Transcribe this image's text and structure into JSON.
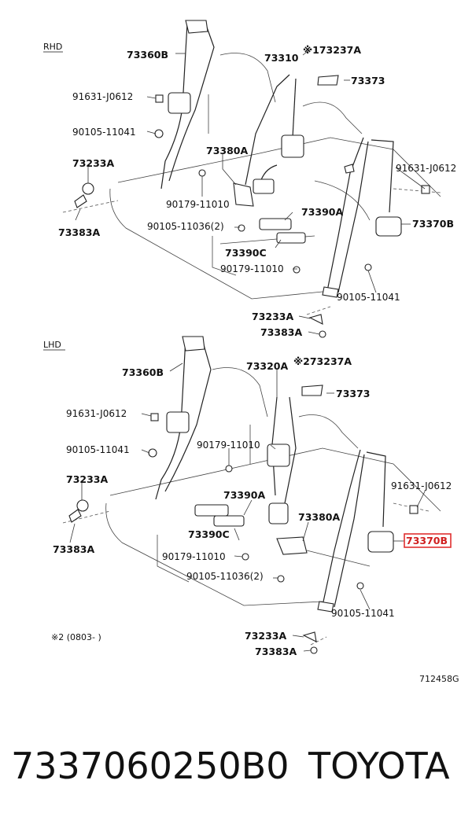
{
  "sections": [
    {
      "title": "RHD",
      "labels": {
        "p73360B": "73360B",
        "p73310": "73310",
        "p73237A": "※173237A",
        "p73373": "73373",
        "p91631_left": "91631-J0612",
        "p90105_left": "90105-11041",
        "p73380A": "73380A",
        "p91631_right": "91631-J0612",
        "p73233A_left": "73233A",
        "p90179_top": "90179-11010",
        "p73390A": "73390A",
        "p73370B": "73370B",
        "p90105_11036": "90105-11036(2)",
        "p73383A_left": "73383A",
        "p73390C": "73390C",
        "p90179_bottom": "90179-11010",
        "p90105_right": "90105-11041",
        "p73233A_bottom": "73233A",
        "p73383A_bottom": "73383A"
      }
    },
    {
      "title": "LHD",
      "labels": {
        "p73360B": "73360B",
        "p73320A": "73320A",
        "p73237A": "※273237A",
        "p73373": "73373",
        "p91631_left": "91631-J0612",
        "p90179_top": "90179-11010",
        "p90105_left": "90105-11041",
        "p73233A_left": "73233A",
        "p91631_right": "91631-J0612",
        "p73390A": "73390A",
        "p73380A": "73380A",
        "p73370B": "73370B",
        "p73383A_left": "73383A",
        "p73390C": "73390C",
        "p90179_bottom": "90179-11010",
        "p90105_11036": "90105-11036(2)",
        "p90105_right": "90105-11041",
        "p73233A_bottom": "73233A",
        "p73383A_bottom": "73383A"
      }
    }
  ],
  "footnote": "※2 (0803-    )",
  "diagram_id": "712458G",
  "highlight": {
    "part": "73370B",
    "color": "#e03030"
  },
  "footer": {
    "part_number": "7337060250B0",
    "brand": "TOYOTA"
  }
}
